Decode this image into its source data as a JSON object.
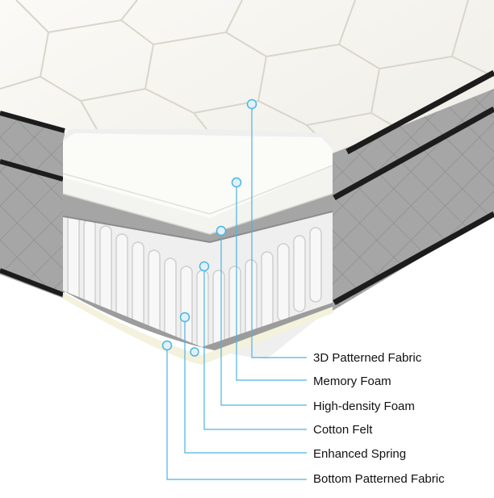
{
  "diagram": {
    "labels": [
      "3D Patterned Fabric",
      "Memory Foam",
      "High-density Foam",
      "Cotton Felt",
      "Enhanced Spring",
      "Bottom Patterned Fabric"
    ]
  },
  "colors": {
    "callout": "#4cb4e0",
    "quilt_top": "#f5f3ec",
    "quilt_seam": "#d9d6cc",
    "side_panel": "#9e9e9e",
    "piping": "#1c1c1c",
    "felt": "#a7a7a7",
    "spring": "#f2f2f2"
  }
}
